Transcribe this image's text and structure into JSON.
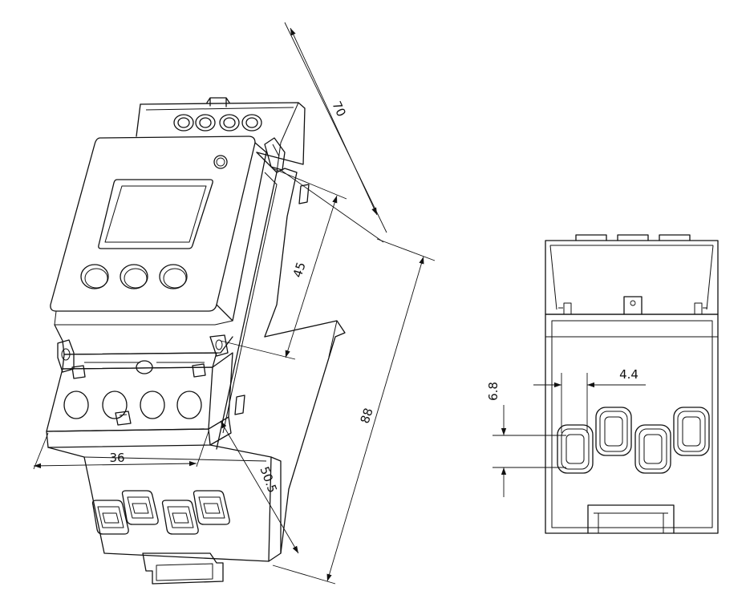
{
  "dimensions": {
    "depth": "70",
    "upper_height": "45",
    "total_height": "88",
    "lower_height": "50.5",
    "width": "36",
    "terminal_width": "4.4",
    "terminal_height": "6.8"
  }
}
